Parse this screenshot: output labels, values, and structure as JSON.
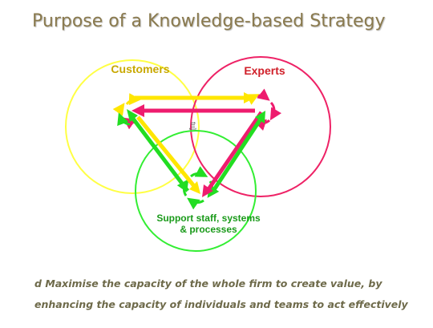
{
  "title": "Purpose of a Knowledge-based Strategy",
  "nodes": {
    "customers": "Customers",
    "experts": "Experts",
    "support": "Support staff, systems & processes"
  },
  "mark": "tıı]",
  "bullet": {
    "symbol": "d",
    "line1": "Maximise the capacity of the whole firm to create value, by",
    "line2": "enhancing the capacity of individuals and teams to act effectively"
  },
  "colors": {
    "customers": "#ffff33",
    "experts": "#e8206a",
    "support": "#33e033",
    "title": "#8a7a4e"
  }
}
